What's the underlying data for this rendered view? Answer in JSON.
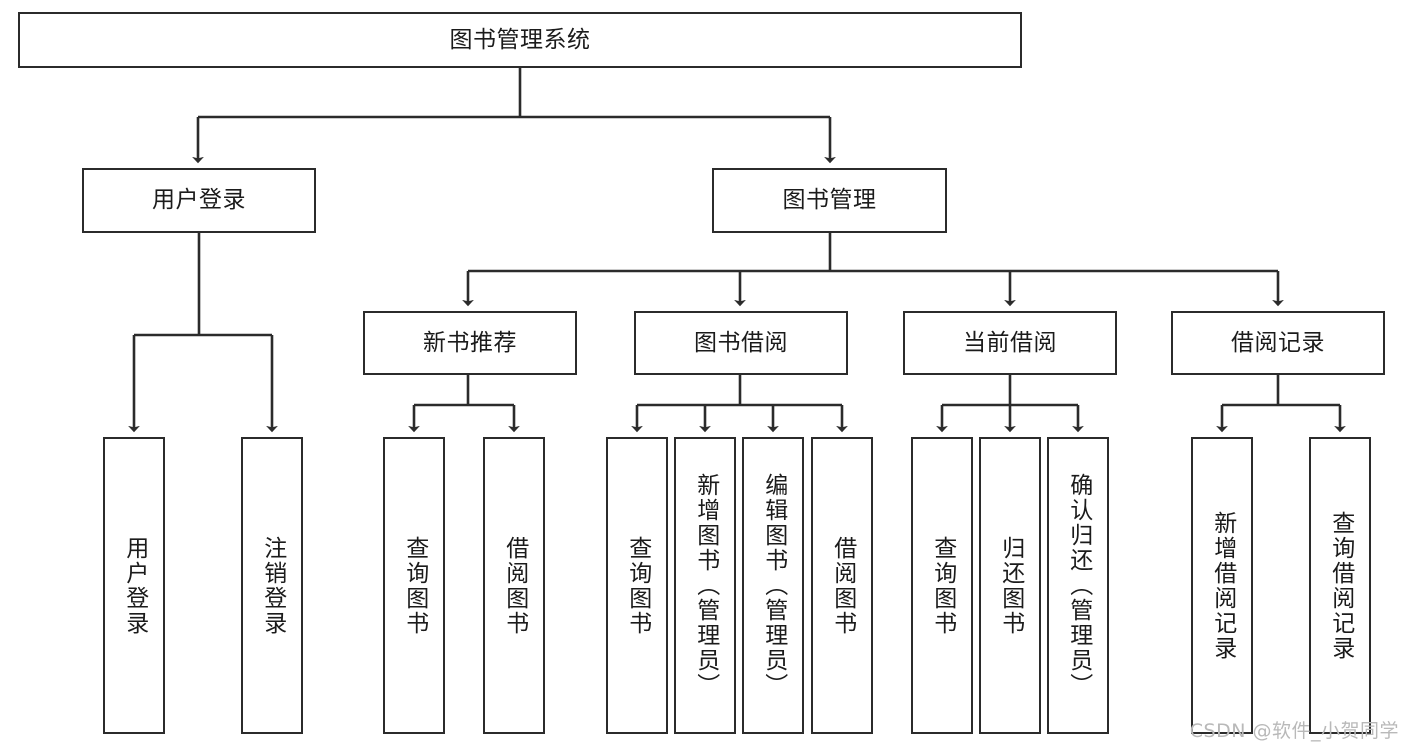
{
  "diagram": {
    "title": "图书管理系统",
    "type": "tree",
    "root": {
      "id": "root",
      "label": "图书管理系统"
    },
    "level2": [
      {
        "id": "user-login",
        "label": "用户登录"
      },
      {
        "id": "book-management",
        "label": "图书管理"
      }
    ],
    "level3": [
      {
        "id": "new-book-recommend",
        "label": "新书推荐",
        "parent": "book-management"
      },
      {
        "id": "book-borrow",
        "label": "图书借阅",
        "parent": "book-management"
      },
      {
        "id": "current-borrow",
        "label": "当前借阅",
        "parent": "book-management"
      },
      {
        "id": "borrow-record",
        "label": "借阅记录",
        "parent": "book-management"
      }
    ],
    "leaves": [
      {
        "id": "leaf-user-login",
        "label": "用户登录",
        "parent": "user-login"
      },
      {
        "id": "leaf-logout-login",
        "label": "注销登录",
        "parent": "user-login"
      },
      {
        "id": "leaf-query-book-1",
        "label": "查询图书",
        "parent": "new-book-recommend"
      },
      {
        "id": "leaf-borrow-book-1",
        "label": "借阅图书",
        "parent": "new-book-recommend"
      },
      {
        "id": "leaf-query-book-2",
        "label": "查询图书",
        "parent": "book-borrow"
      },
      {
        "id": "leaf-add-book",
        "label": "新增图书（管理员）",
        "parent": "book-borrow"
      },
      {
        "id": "leaf-edit-book",
        "label": "编辑图书（管理员）",
        "parent": "book-borrow"
      },
      {
        "id": "leaf-borrow-book-2",
        "label": "借阅图书",
        "parent": "book-borrow"
      },
      {
        "id": "leaf-query-book-3",
        "label": "查询图书",
        "parent": "current-borrow"
      },
      {
        "id": "leaf-return-book",
        "label": "归还图书",
        "parent": "current-borrow"
      },
      {
        "id": "leaf-confirm-return",
        "label": "确认归还（管理员）",
        "parent": "current-borrow"
      },
      {
        "id": "leaf-add-record",
        "label": "新增借阅记录",
        "parent": "borrow-record"
      },
      {
        "id": "leaf-query-record",
        "label": "查询借阅记录",
        "parent": "borrow-record"
      }
    ],
    "colors": {
      "stroke": "#2b2b2b",
      "fill": "#ffffff",
      "text": "#1b1b1b",
      "watermark": "#b9b9b9"
    }
  },
  "watermark": {
    "text": "CSDN @软件_小贺同学"
  }
}
